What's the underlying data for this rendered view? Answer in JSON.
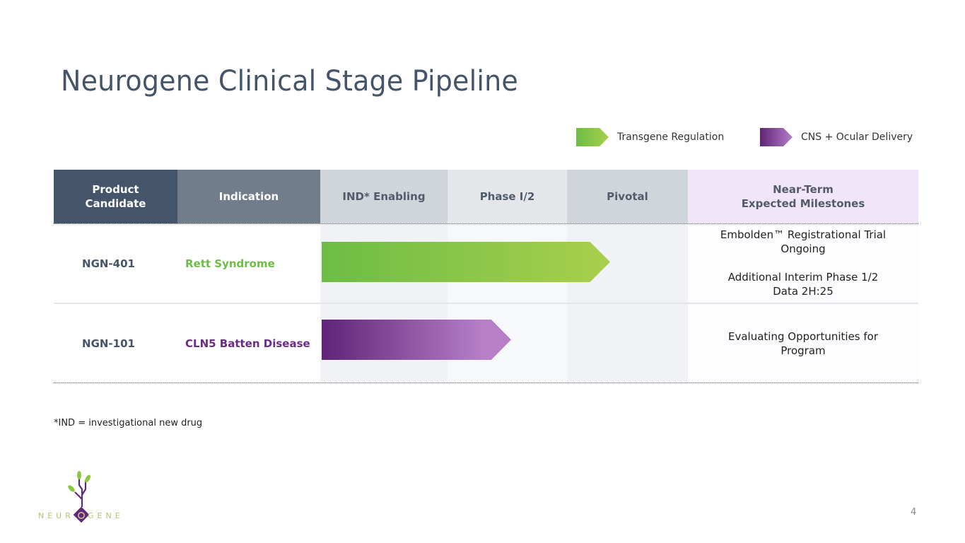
{
  "title": "Neurogene Clinical Stage Pipeline",
  "legend": [
    {
      "label": "Transgene Regulation",
      "icon": "green-arrow-icon",
      "gradient": [
        "#6cbd45",
        "#a9cf4c"
      ]
    },
    {
      "label": "CNS + Ocular Delivery",
      "icon": "purple-arrow-icon",
      "gradient": [
        "#5e2477",
        "#b67fc8"
      ]
    }
  ],
  "table": {
    "headers": [
      "Product\nCandidate",
      "Indication",
      "IND* Enabling",
      "Phase I/2",
      "Pivotal",
      "Near-Term\nExpected Milestones"
    ],
    "header_colors": {
      "product": "#44546a",
      "indication": "#727d8c",
      "ind": "#d0d4db",
      "phase": "#e4e6ea",
      "pivotal": "#d0d4db",
      "milestones": "#f1e6f7"
    },
    "rows": [
      {
        "candidate": "NGN-401",
        "indication": "Rett Syndrome",
        "indication_color": "#6cbd45",
        "program_type": "Transgene Regulation",
        "progress_stage": "Pivotal",
        "progress_fraction_of_pipeline": 0.79,
        "milestones": [
          "Embolden™ Registrational Trial Ongoing",
          "Additional Interim Phase 1/2 Data 2H:25"
        ]
      },
      {
        "candidate": "NGN-101",
        "indication": "CLN5 Batten Disease",
        "indication_color": "#6a2c85",
        "program_type": "CNS + Ocular Delivery",
        "progress_stage": "Phase I/2",
        "progress_fraction_of_pipeline": 0.52,
        "milestones": [
          "Evaluating Opportunities for Program"
        ]
      }
    ]
  },
  "footnote": "*IND = investigational new drug",
  "logo": {
    "text_left": "NEUR",
    "text_right": "GENE"
  },
  "page_number": "4"
}
